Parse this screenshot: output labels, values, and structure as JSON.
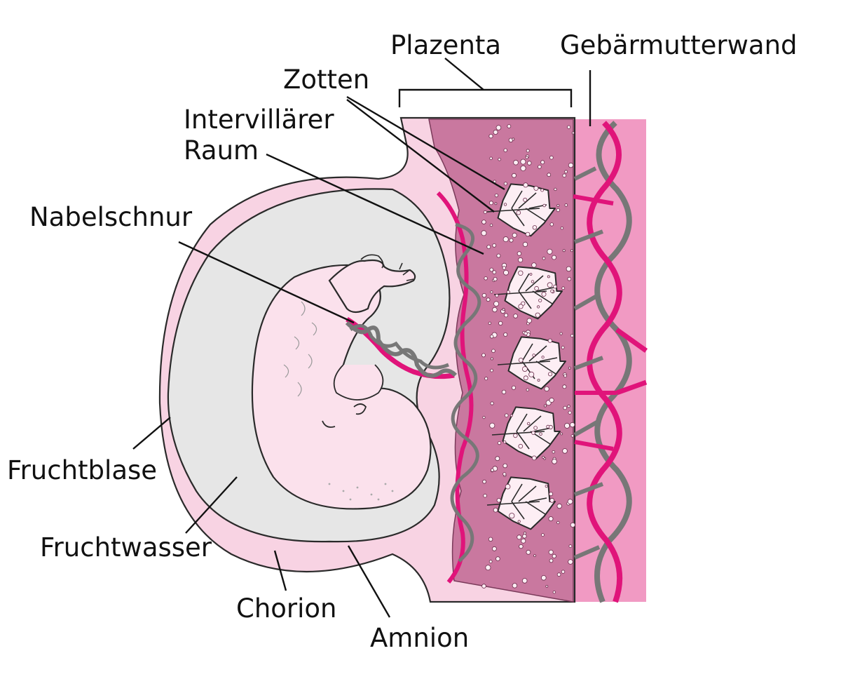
{
  "labels": {
    "plazenta": "Plazenta",
    "gebaermutterwand": "Gebärmutterwand",
    "zotten": "Zotten",
    "intervillaerer_line1": "Intervillärer",
    "intervillaerer_line2": "Raum",
    "nabelschnur": "Nabelschnur",
    "fruchtblase": "Fruchtblase",
    "fruchtwasser": "Fruchtwasser",
    "chorion": "Chorion",
    "amnion": "Amnion"
  },
  "colors": {
    "uterus_wall": "#f19ac3",
    "placenta_dark": "#c9789f",
    "placenta_light": "#f7cfe0",
    "amniotic_fluid": "#e6e6e6",
    "embryo": "#fbe1ec",
    "artery": "#e0147a",
    "vein": "#777777",
    "villi": "#fdeef4"
  }
}
